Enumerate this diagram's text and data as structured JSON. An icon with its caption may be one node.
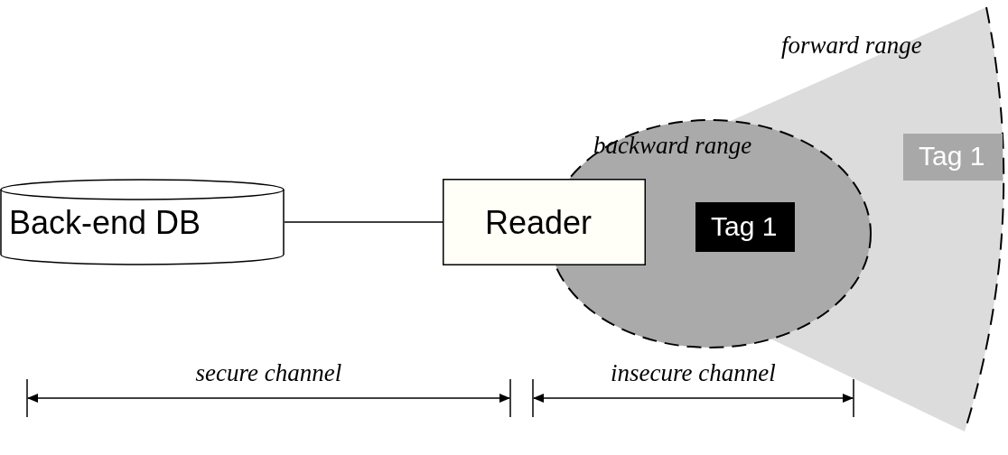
{
  "diagram": {
    "nodes": [
      {
        "text": [
          "Back-end DB"
        ]
      },
      {
        "text": [
          "Reader"
        ]
      },
      {
        "text": [
          "forward range"
        ]
      },
      {
        "text": [
          "backward range"
        ],
        "in": 2
      },
      {
        "text": [
          "Tag 1"
        ],
        "in": 3
      },
      {
        "text": [
          "Tag 1"
        ],
        "in": 2
      }
    ],
    "edges": [
      {
        "from": 0,
        "to": 1,
        "arrow": "none"
      }
    ],
    "labels": [
      "secure channel",
      "insecure channel"
    ]
  }
}
